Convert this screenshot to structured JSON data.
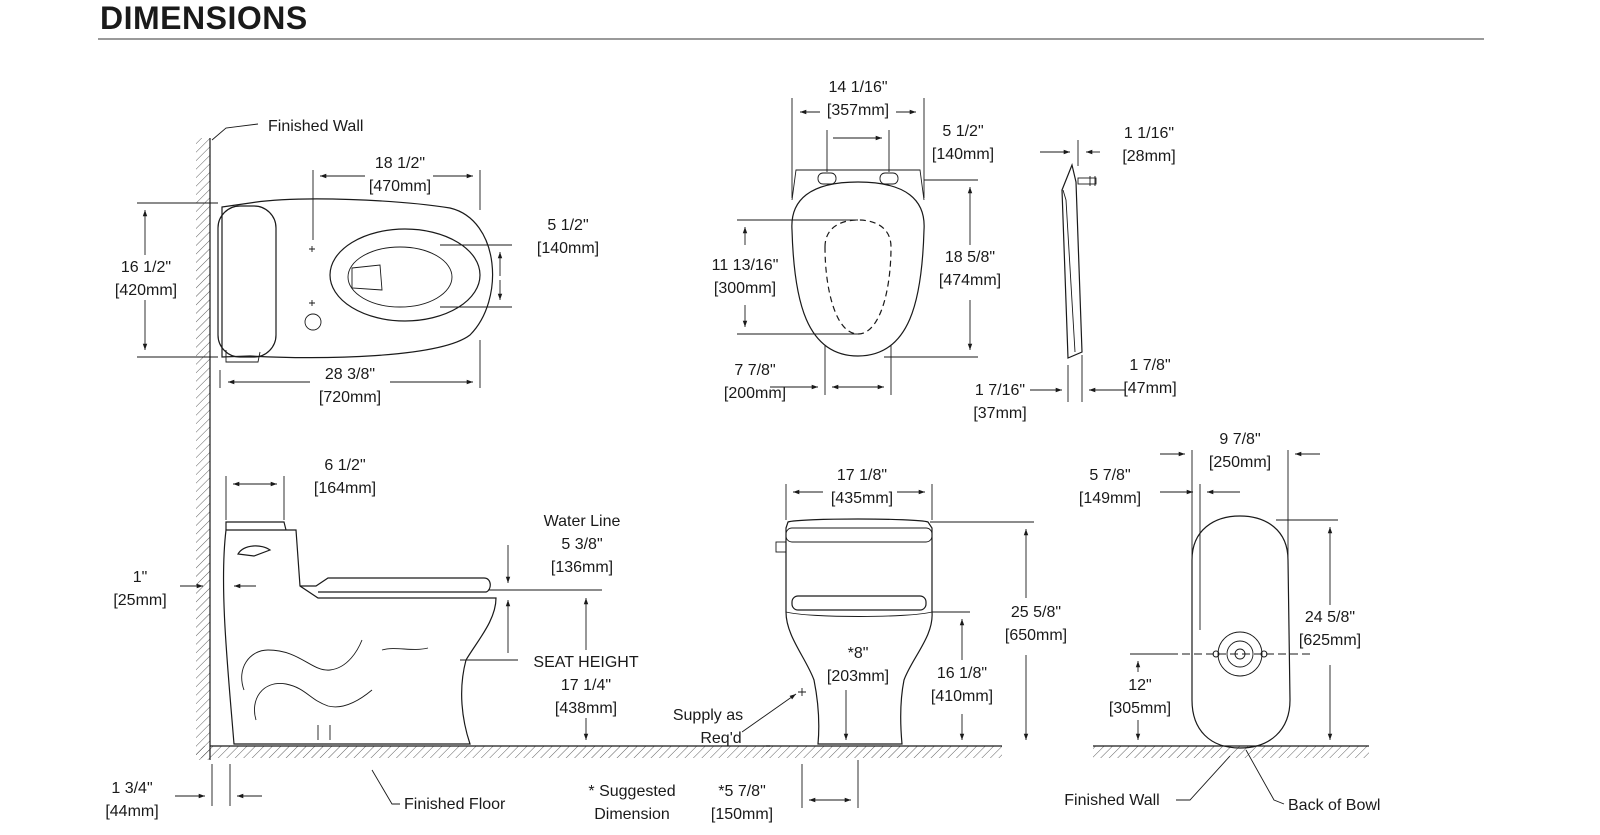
{
  "heading": "DIMENSIONS",
  "colors": {
    "ink": "#1a1a1a",
    "rule": "#9a9a9a",
    "background": "#ffffff"
  },
  "top_view": {
    "finished_wall": "Finished Wall",
    "overall_width": {
      "in": "16 1/2\"",
      "mm": "[420mm]"
    },
    "wall_to_bowl_front": {
      "in": "28 3/8\"",
      "mm": "[720mm]"
    },
    "supply_to_bowl_front": {
      "in": "18 1/2\"",
      "mm": "[470mm]"
    },
    "bowl_opening": {
      "in": "5 1/2\"",
      "mm": "[140mm]"
    }
  },
  "seat_top_view": {
    "seat_width": {
      "in": "14 1/16\"",
      "mm": "[357mm]"
    },
    "hinge_spacing": {
      "in": "5 1/2\"",
      "mm": "[140mm]"
    },
    "seat_length": {
      "in": "18 5/8\"",
      "mm": "[474mm]"
    },
    "opening_length": {
      "in": "11 13/16\"",
      "mm": "[300mm]"
    },
    "opening_width": {
      "in": "7 7/8\"",
      "mm": "[200mm]"
    }
  },
  "seat_side_view": {
    "top_offset": {
      "in": "1 1/16\"",
      "mm": "[28mm]"
    },
    "thickness_a": {
      "in": "1 7/16\"",
      "mm": "[37mm]"
    },
    "thickness_b": {
      "in": "1 7/8\"",
      "mm": "[47mm]"
    }
  },
  "side_view": {
    "tank_depth": {
      "in": "6 1/2\"",
      "mm": "[164mm]"
    },
    "lever_offset": {
      "in": "1\"",
      "mm": "[25mm]"
    },
    "water_line_label": "Water Line",
    "water_line": {
      "in": "5 3/8\"",
      "mm": "[136mm]"
    },
    "seat_height_label": "SEAT HEIGHT",
    "seat_height": {
      "in": "17 1/4\"",
      "mm": "[438mm]"
    },
    "rough_in": {
      "in": "1 3/4\"",
      "mm": "[44mm]"
    },
    "finished_floor": "Finished Floor"
  },
  "front_view": {
    "width": {
      "in": "17 1/8\"",
      "mm": "[435mm]"
    },
    "height": {
      "in": "25 5/8\"",
      "mm": "[650mm]"
    },
    "rim_height": {
      "in": "16 1/8\"",
      "mm": "[410mm]"
    },
    "supply_height": {
      "in": "*8\"",
      "mm": "[203mm]"
    },
    "supply_label_1": "Supply as",
    "supply_label_2": "Req'd",
    "supply_offset": {
      "in": "*5 7/8\"",
      "mm": "[150mm]"
    },
    "suggested_1": "* Suggested",
    "suggested_2": "Dimension"
  },
  "rear_view": {
    "width": {
      "in": "9 7/8\"",
      "mm": "[250mm]"
    },
    "half_width": {
      "in": "5 7/8\"",
      "mm": "[149mm]"
    },
    "height": {
      "in": "24 5/8\"",
      "mm": "[625mm]"
    },
    "outlet_height": {
      "in": "12\"",
      "mm": "[305mm]"
    },
    "finished_wall": "Finished Wall",
    "back_of_bowl": "Back of Bowl"
  }
}
